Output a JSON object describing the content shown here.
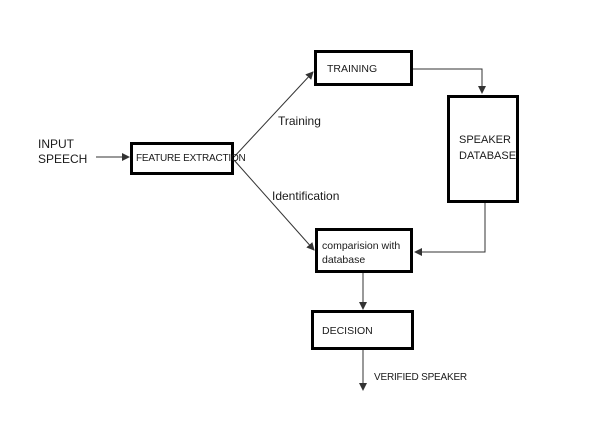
{
  "diagram": {
    "input_label_line1": "INPUT",
    "input_label_line2": "SPEECH",
    "feature_extraction": "FEATURE EXTRACTION",
    "training_box": "TRAINING",
    "speaker_db_line1": "SPEAKER",
    "speaker_db_line2": "DATABASE",
    "comparison_line1": "comparision with",
    "comparison_line2": "database",
    "decision_box": "DECISION",
    "verified_speaker": "VERIFIED SPEAKER",
    "edge_training": "Training",
    "edge_identification": "Identification"
  }
}
